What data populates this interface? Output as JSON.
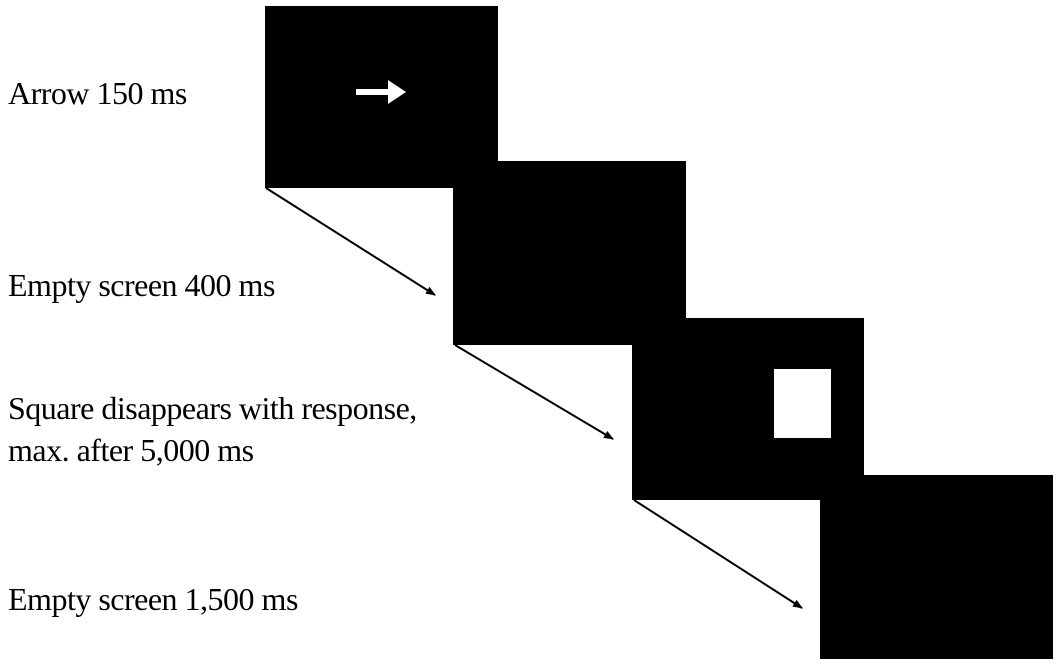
{
  "stages": [
    {
      "label": "Arrow 150 ms",
      "stimulus": "right-arrow"
    },
    {
      "label": "Empty screen 400 ms",
      "stimulus": "none"
    },
    {
      "label_lines": [
        "Square disappears with response,",
        "max. after 5,000 ms"
      ],
      "stimulus": "white-square"
    },
    {
      "label": "Empty screen 1,500 ms",
      "stimulus": "none"
    }
  ],
  "colors": {
    "screen": "#000000",
    "stimulus": "#ffffff",
    "background": "#ffffff",
    "text": "#000000"
  }
}
